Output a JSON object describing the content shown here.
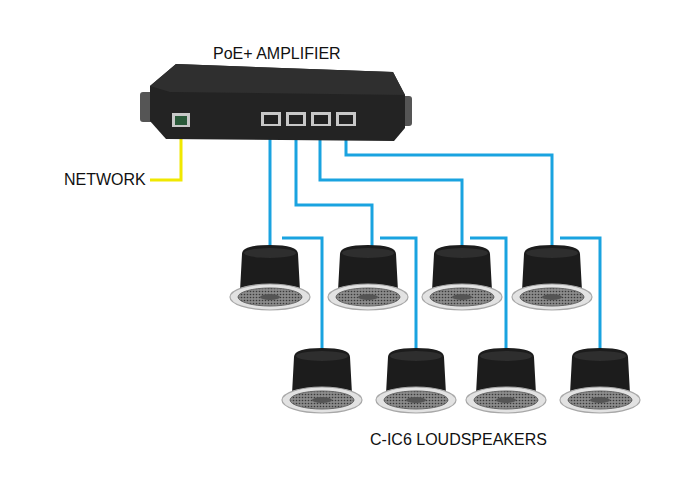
{
  "diagram": {
    "nodes": [
      {
        "text": [
          "PoE+ AMPLIFIER"
        ]
      }
    ],
    "labels": [
      "NETWORK",
      "C-IC6 LOUDSPEAKERS"
    ]
  }
}
